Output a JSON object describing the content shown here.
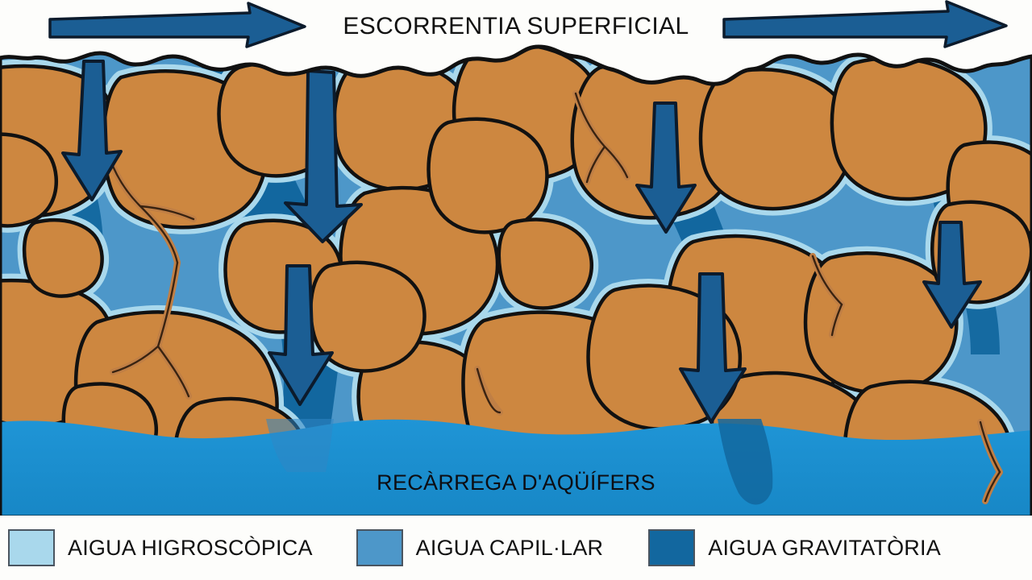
{
  "diagram": {
    "title_top": "ESCORRENTIA SUPERFICIAL",
    "label_aquifer": "RECÀRREGA D'AQÜÍFERS",
    "surface_runoff_arrows": [
      {
        "name": "runoff-arrow-left",
        "direction": "right"
      },
      {
        "name": "runoff-arrow-right",
        "direction": "right"
      }
    ],
    "infiltration_arrows": [
      {
        "name": "infiltration-arrow-1",
        "direction": "down"
      },
      {
        "name": "infiltration-arrow-2",
        "direction": "down"
      },
      {
        "name": "infiltration-arrow-3",
        "direction": "down"
      },
      {
        "name": "infiltration-arrow-4",
        "direction": "down"
      },
      {
        "name": "infiltration-arrow-5",
        "direction": "down"
      }
    ]
  },
  "colors": {
    "hygroscopic": "#a9d8ec",
    "capillary": "#4d97c9",
    "gravitational": "#12679f",
    "gravitational_dark": "#14578c",
    "aquifer": "#1b8fd0",
    "rock": "#cd8740",
    "root": "#c07f45",
    "arrow_fill": "#1b5e94",
    "outline": "#111111",
    "background": "#fdfdfb",
    "text": "#111111"
  },
  "legend": {
    "items": [
      {
        "label": "AIGUA HIGROSCÒPICA",
        "color": "#a9d8ec",
        "name": "legend-hygroscopic"
      },
      {
        "label": "AIGUA CAPIL·LAR",
        "color": "#4d97c9",
        "name": "legend-capillary"
      },
      {
        "label": "AIGUA GRAVITATÒRIA",
        "color": "#12679f",
        "name": "legend-gravitational"
      }
    ]
  }
}
